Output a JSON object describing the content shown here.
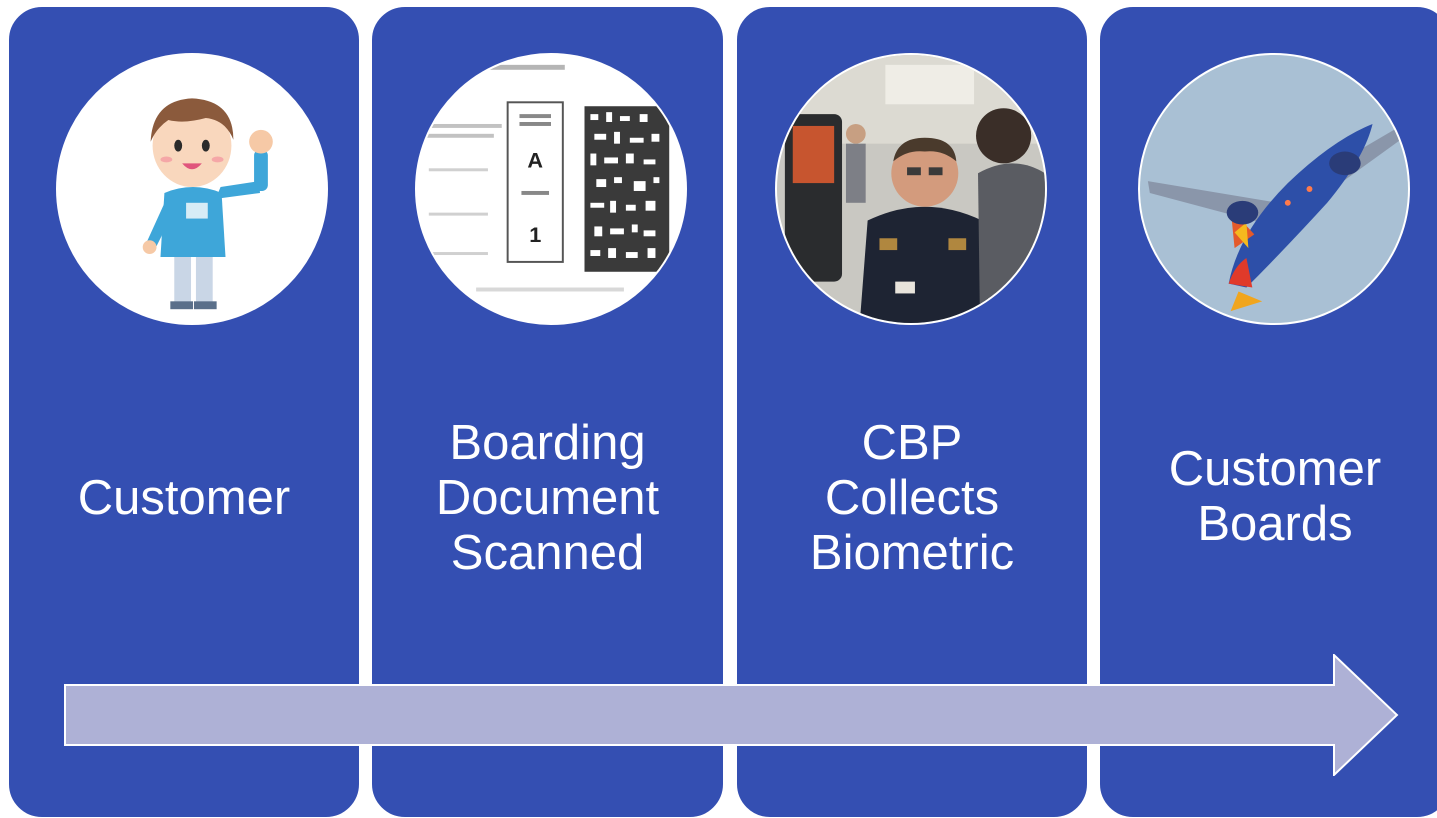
{
  "colors": {
    "panel_fill": "#344fb2",
    "arrow_fill": "#aeb1d6",
    "text": "#ffffff"
  },
  "steps": [
    {
      "label": "Customer",
      "image": "cartoon-customer-waving"
    },
    {
      "label": "Boarding\nDocument\nScanned",
      "image": "boarding-pass-barcode",
      "pass_group_caption": "Boarding Group",
      "pass_group": "A",
      "pass_position_caption": "Position",
      "pass_position": "1"
    },
    {
      "label": "CBP\nCollects\nBiometric",
      "image": "cbp-officer-photo"
    },
    {
      "label": "Customer\nBoards",
      "image": "airplane-takeoff-photo"
    }
  ],
  "arrow": {
    "direction": "right"
  }
}
